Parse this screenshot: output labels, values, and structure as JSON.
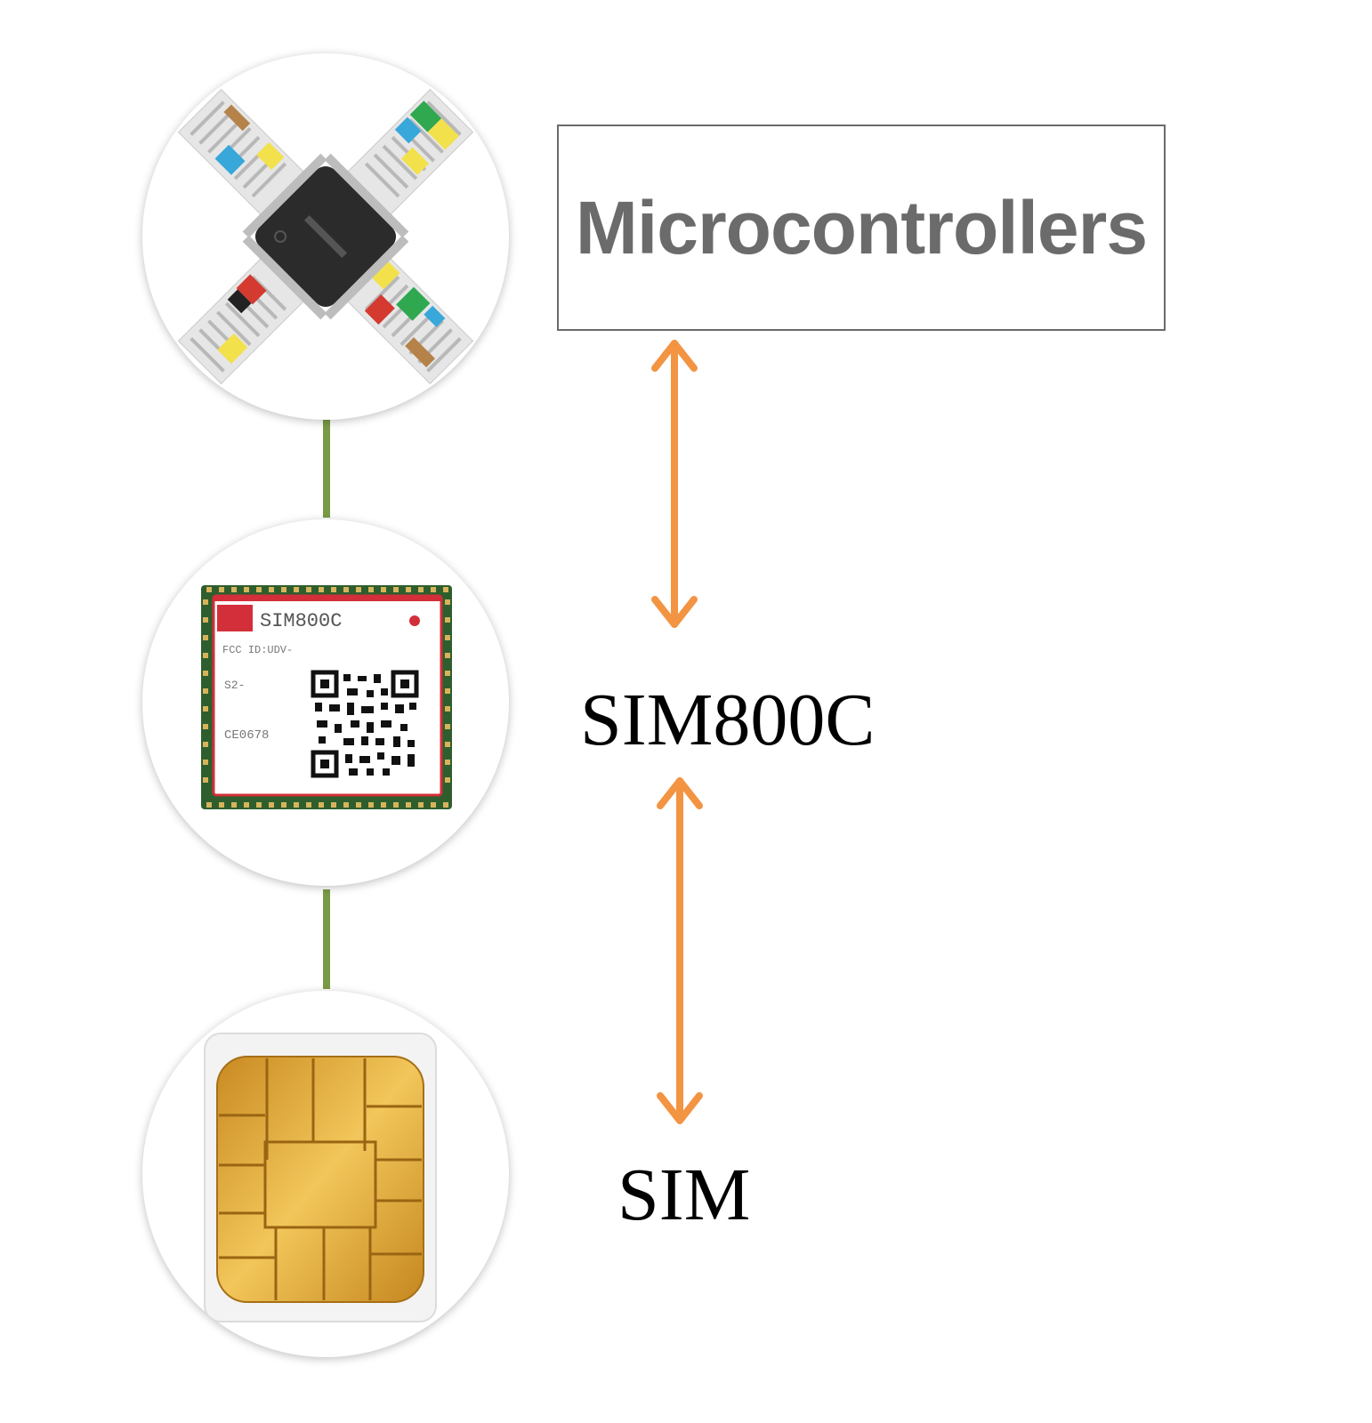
{
  "nodes": [
    {
      "id": "microcontroller",
      "icon": "microcontroller-chip-icon",
      "label": "Microcontrollers",
      "label_color": "#6b6b6b"
    },
    {
      "id": "gsm-module",
      "icon": "sim800c-module-icon",
      "label": "SIM800C",
      "label_color": "#000000",
      "chip_markings": {
        "model": "SIM800C",
        "fcc_line": "FCC ID:UDV-",
        "id_line": "S2-",
        "ce_mark": "CE0678"
      }
    },
    {
      "id": "sim-card",
      "icon": "sim-card-icon",
      "label": "SIM",
      "label_color": "#000000"
    }
  ],
  "links": [
    {
      "from": "microcontroller",
      "to": "gsm-module",
      "style": "double-arrow",
      "color": "#f39443"
    },
    {
      "from": "gsm-module",
      "to": "sim-card",
      "style": "double-arrow",
      "color": "#f39443"
    }
  ],
  "connector_color": "#7a9a47",
  "module_brand_color": "#d32f3a",
  "board_color": "#2e5e2e",
  "sim_contact_color": "#e8b64a"
}
